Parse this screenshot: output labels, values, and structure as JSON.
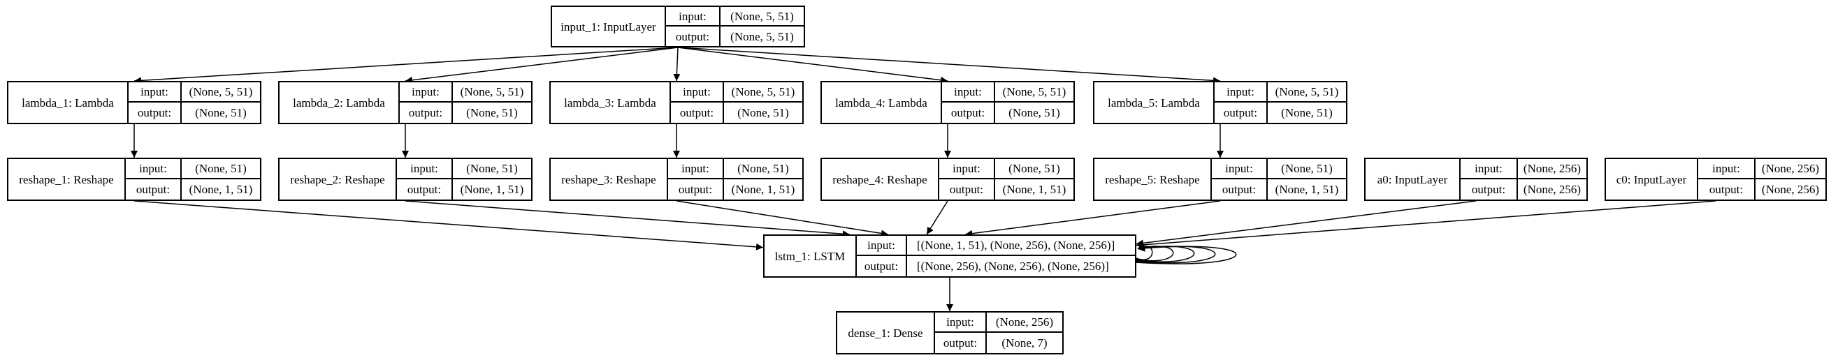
{
  "diagram": {
    "nodes": [
      {
        "id": "input_1",
        "name": "input_1: InputLayer",
        "input_label": "input:",
        "input_value": "(None, 5, 51)",
        "output_label": "output:",
        "output_value": "(None, 5, 51)"
      },
      {
        "id": "lambda_1",
        "name": "lambda_1: Lambda",
        "input_label": "input:",
        "input_value": "(None, 5, 51)",
        "output_label": "output:",
        "output_value": "(None, 51)"
      },
      {
        "id": "lambda_2",
        "name": "lambda_2: Lambda",
        "input_label": "input:",
        "input_value": "(None, 5, 51)",
        "output_label": "output:",
        "output_value": "(None, 51)"
      },
      {
        "id": "lambda_3",
        "name": "lambda_3: Lambda",
        "input_label": "input:",
        "input_value": "(None, 5, 51)",
        "output_label": "output:",
        "output_value": "(None, 51)"
      },
      {
        "id": "lambda_4",
        "name": "lambda_4: Lambda",
        "input_label": "input:",
        "input_value": "(None, 5, 51)",
        "output_label": "output:",
        "output_value": "(None, 51)"
      },
      {
        "id": "lambda_5",
        "name": "lambda_5: Lambda",
        "input_label": "input:",
        "input_value": "(None, 5, 51)",
        "output_label": "output:",
        "output_value": "(None, 51)"
      },
      {
        "id": "reshape_1",
        "name": "reshape_1: Reshape",
        "input_label": "input:",
        "input_value": "(None, 51)",
        "output_label": "output:",
        "output_value": "(None, 1, 51)"
      },
      {
        "id": "reshape_2",
        "name": "reshape_2: Reshape",
        "input_label": "input:",
        "input_value": "(None, 51)",
        "output_label": "output:",
        "output_value": "(None, 1, 51)"
      },
      {
        "id": "reshape_3",
        "name": "reshape_3: Reshape",
        "input_label": "input:",
        "input_value": "(None, 51)",
        "output_label": "output:",
        "output_value": "(None, 1, 51)"
      },
      {
        "id": "reshape_4",
        "name": "reshape_4: Reshape",
        "input_label": "input:",
        "input_value": "(None, 51)",
        "output_label": "output:",
        "output_value": "(None, 1, 51)"
      },
      {
        "id": "reshape_5",
        "name": "reshape_5: Reshape",
        "input_label": "input:",
        "input_value": "(None, 51)",
        "output_label": "output:",
        "output_value": "(None, 1, 51)"
      },
      {
        "id": "a0",
        "name": "a0: InputLayer",
        "input_label": "input:",
        "input_value": "(None, 256)",
        "output_label": "output:",
        "output_value": "(None, 256)"
      },
      {
        "id": "c0",
        "name": "c0: InputLayer",
        "input_label": "input:",
        "input_value": "(None, 256)",
        "output_label": "output:",
        "output_value": "(None, 256)"
      },
      {
        "id": "lstm_1",
        "name": "lstm_1: LSTM",
        "input_label": "input:",
        "input_value": "[(None, 1, 51), (None, 256), (None, 256)]",
        "output_label": "output:",
        "output_value": "[(None, 256), (None, 256), (None, 256)]"
      },
      {
        "id": "dense_1",
        "name": "dense_1: Dense",
        "input_label": "input:",
        "input_value": "(None, 256)",
        "output_label": "output:",
        "output_value": "(None, 7)"
      }
    ],
    "edges": [
      [
        "input_1",
        "lambda_1"
      ],
      [
        "input_1",
        "lambda_2"
      ],
      [
        "input_1",
        "lambda_3"
      ],
      [
        "input_1",
        "lambda_4"
      ],
      [
        "input_1",
        "lambda_5"
      ],
      [
        "lambda_1",
        "reshape_1"
      ],
      [
        "lambda_2",
        "reshape_2"
      ],
      [
        "lambda_3",
        "reshape_3"
      ],
      [
        "lambda_4",
        "reshape_4"
      ],
      [
        "lambda_5",
        "reshape_5"
      ],
      [
        "reshape_1",
        "lstm_1"
      ],
      [
        "reshape_2",
        "lstm_1"
      ],
      [
        "reshape_3",
        "lstm_1"
      ],
      [
        "reshape_4",
        "lstm_1"
      ],
      [
        "reshape_5",
        "lstm_1"
      ],
      [
        "a0",
        "lstm_1"
      ],
      [
        "c0",
        "lstm_1"
      ],
      [
        "lstm_1",
        "dense_1"
      ]
    ],
    "self_loops": {
      "node": "lstm_1",
      "count": 5
    },
    "colors": {
      "stroke": "#000000",
      "background": "#ffffff"
    }
  }
}
